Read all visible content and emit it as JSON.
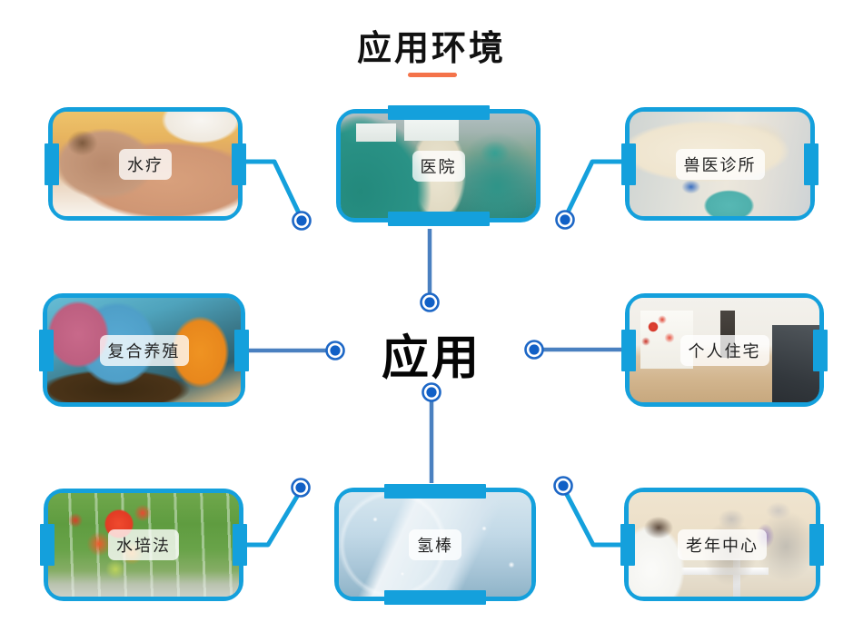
{
  "title": {
    "text": "应用环境"
  },
  "center": {
    "label": "应用"
  },
  "colors": {
    "frame_blue": "#14a0dc",
    "connector_steel_blue": "#4a80c0",
    "dot_fill_blue": "#1160c6",
    "dot_ring_blue": "#1d67c6",
    "underline_orange": "#f4734a",
    "title_black": "#111111",
    "label_text": "#222222"
  },
  "cards": [
    {
      "id": "spa",
      "label": "水疗",
      "photo": "massage-spa-photo"
    },
    {
      "id": "hospital",
      "label": "医院",
      "photo": "operating-room-photo"
    },
    {
      "id": "vet-clinic",
      "label": "兽医诊所",
      "photo": "veterinary-clinic-photo"
    },
    {
      "id": "aquaculture",
      "label": "复合养殖",
      "photo": "aquarium-fish-photo"
    },
    {
      "id": "residence",
      "label": "个人住宅",
      "photo": "home-interior-photo"
    },
    {
      "id": "hydroponics",
      "label": "水培法",
      "photo": "greenhouse-tomatoes-photo"
    },
    {
      "id": "hydrogen-stick",
      "label": "氢棒",
      "photo": "hydrogen-stick-bubbles-photo"
    },
    {
      "id": "senior-center",
      "label": "老年中心",
      "photo": "senior-center-photo"
    }
  ]
}
